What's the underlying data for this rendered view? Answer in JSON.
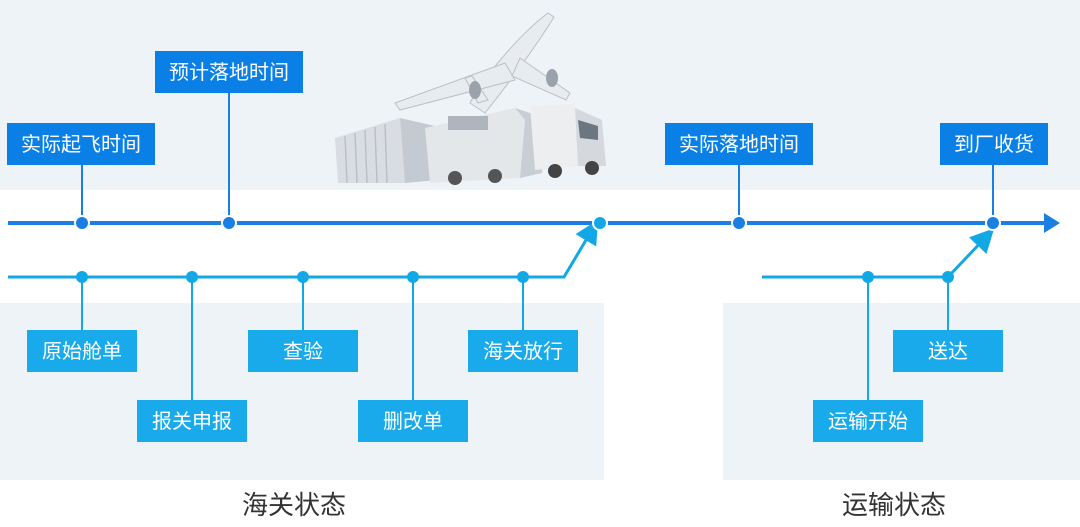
{
  "colors": {
    "top_band": "#eef3f8",
    "blue_box": "#0a80e6",
    "cyan_box": "#18aaea",
    "main_line": "#1a7fe3",
    "sub_line": "#12a8e6"
  },
  "illustration": {
    "icon": "cargo-plane-train-truck-icon"
  },
  "flight_events": [
    {
      "label": "实际起飞时间"
    },
    {
      "label": "预计落地时间"
    },
    {
      "label": "实际落地时间"
    },
    {
      "label": "到厂收货"
    }
  ],
  "customs": {
    "section_label": "海关状态",
    "events": [
      {
        "label": "原始舱单"
      },
      {
        "label": "报关申报"
      },
      {
        "label": "查验"
      },
      {
        "label": "删改单"
      },
      {
        "label": "海关放行"
      }
    ]
  },
  "transport": {
    "section_label": "运输状态",
    "events": [
      {
        "label": "运输开始"
      },
      {
        "label": "送达"
      }
    ]
  }
}
